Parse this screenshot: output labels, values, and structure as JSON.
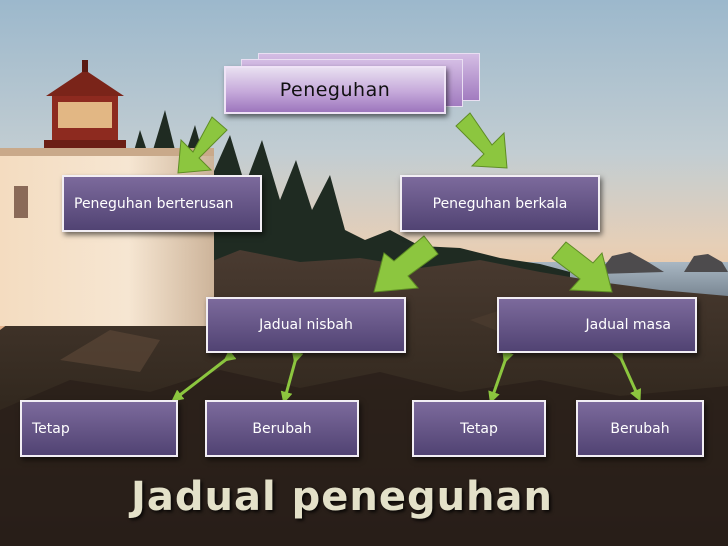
{
  "diagram": {
    "root": "Peneguhan",
    "level1": [
      "Peneguhan berterusan",
      "Peneguhan berkala"
    ],
    "level2": [
      "Jadual nisbah",
      "Jadual masa"
    ],
    "level3": [
      "Tetap",
      "Berubah",
      "Tetap",
      "Berubah"
    ]
  },
  "title": "Jadual peneguhan",
  "colors": {
    "box_fill_top": "#7c6a9c",
    "box_fill_bottom": "#514373",
    "box_border": "#f2eef4",
    "root_fill": "#c5a8da",
    "arrow_fill": "#8cc63f",
    "title_text": "#e4e1c9"
  },
  "background": "sunset-lighthouse-photo"
}
